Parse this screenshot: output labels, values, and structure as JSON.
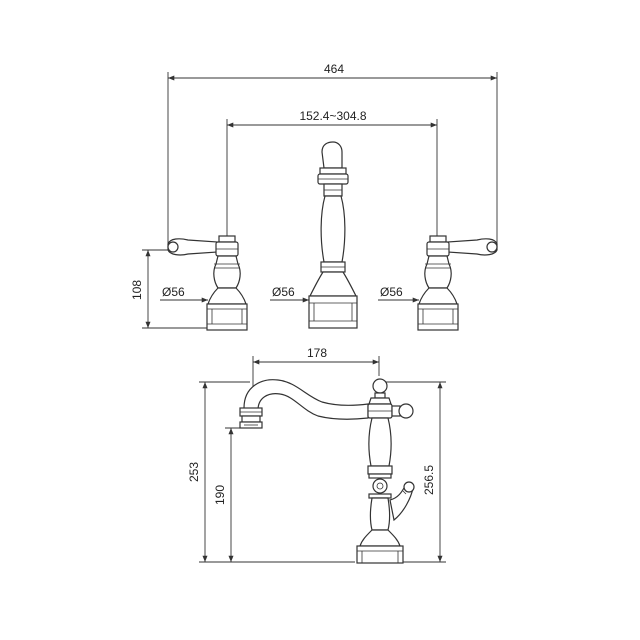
{
  "dimensions": {
    "overall_width": "464",
    "center_spread": "152.4~304.8",
    "handle_height": "108",
    "base_left": "Ø56",
    "base_center": "Ø56",
    "base_right": "Ø56",
    "spout_reach": "178",
    "total_height": "253",
    "spout_outlet_height": "190",
    "knob_height": "256.5"
  }
}
